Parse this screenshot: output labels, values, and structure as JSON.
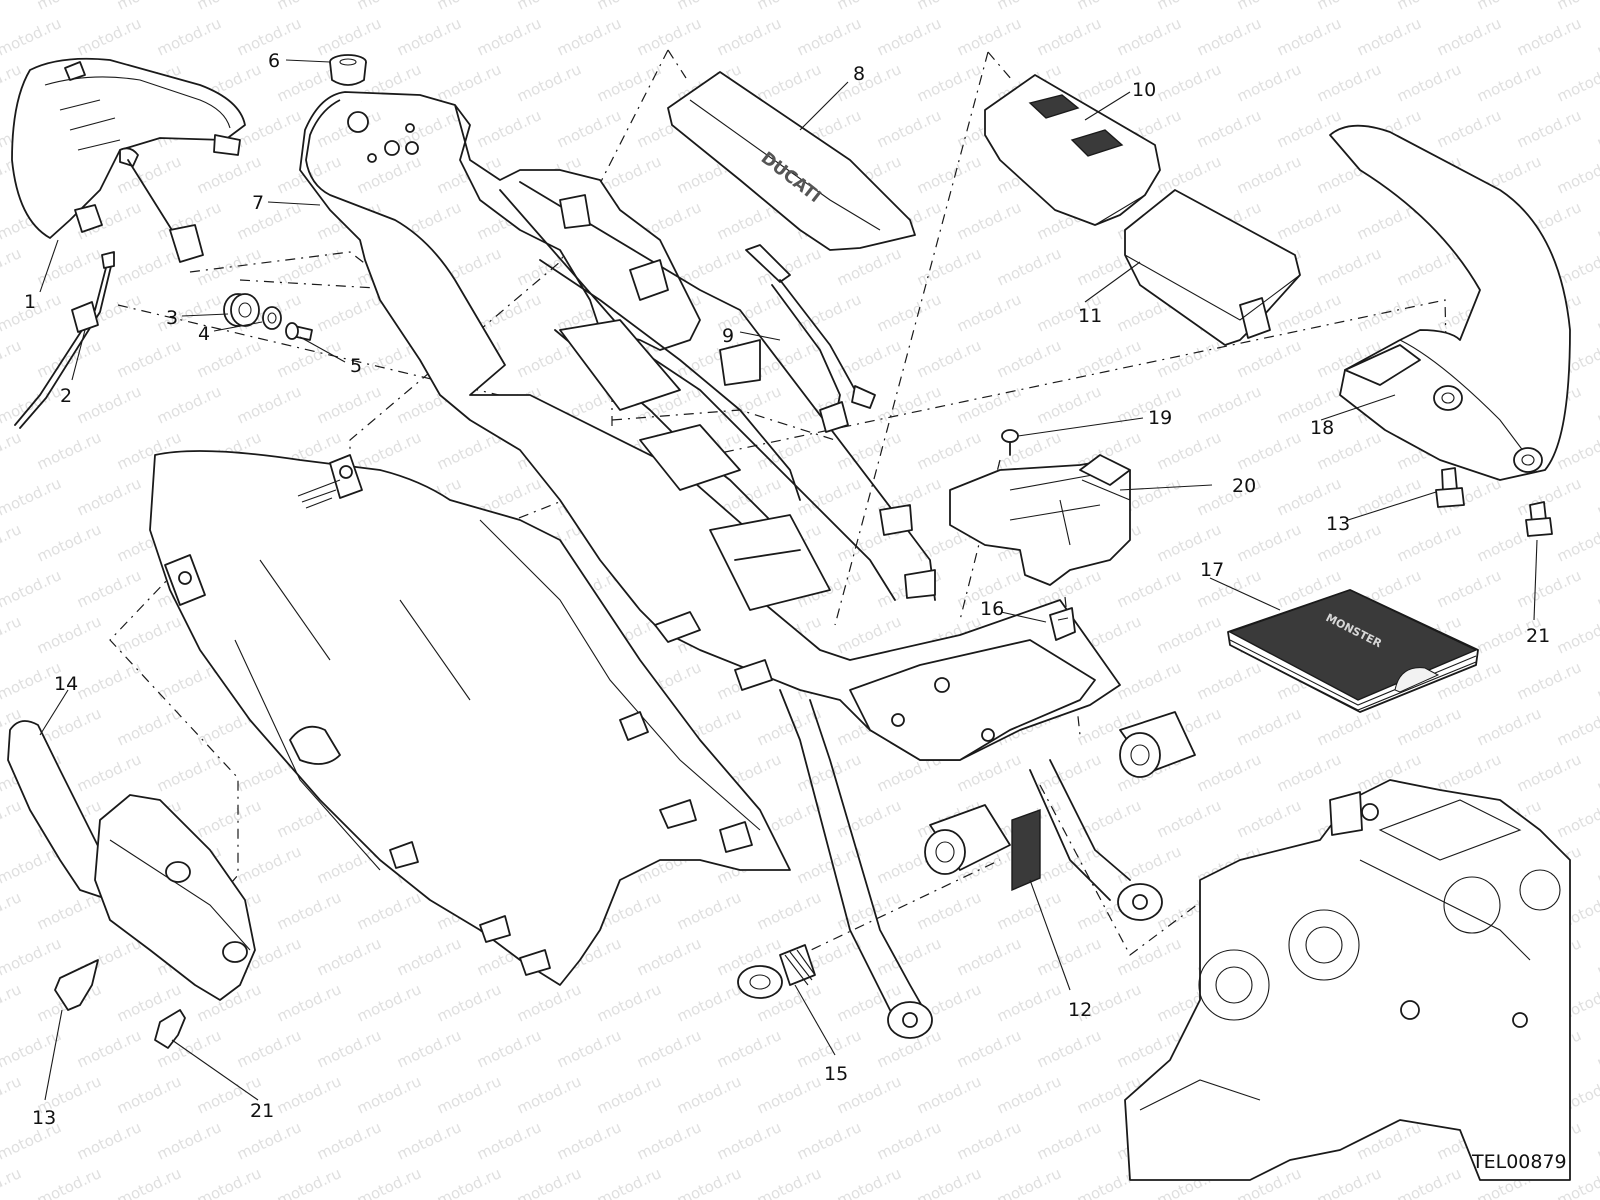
{
  "watermark": "motod.ru",
  "drawing_code": "TEL00879",
  "part_numbers": [
    "1",
    "2",
    "3",
    "4",
    "5",
    "6",
    "7",
    "8",
    "9",
    "10",
    "11",
    "12",
    "13",
    "13",
    "14",
    "15",
    "16",
    "17",
    "18",
    "19",
    "20",
    "21",
    "21"
  ],
  "logos": [
    "DUCATI",
    "MONSTER"
  ],
  "colors": {
    "line": "#1a1a1a",
    "paper": "#ffffff",
    "watermark": "#c4c4c4"
  }
}
